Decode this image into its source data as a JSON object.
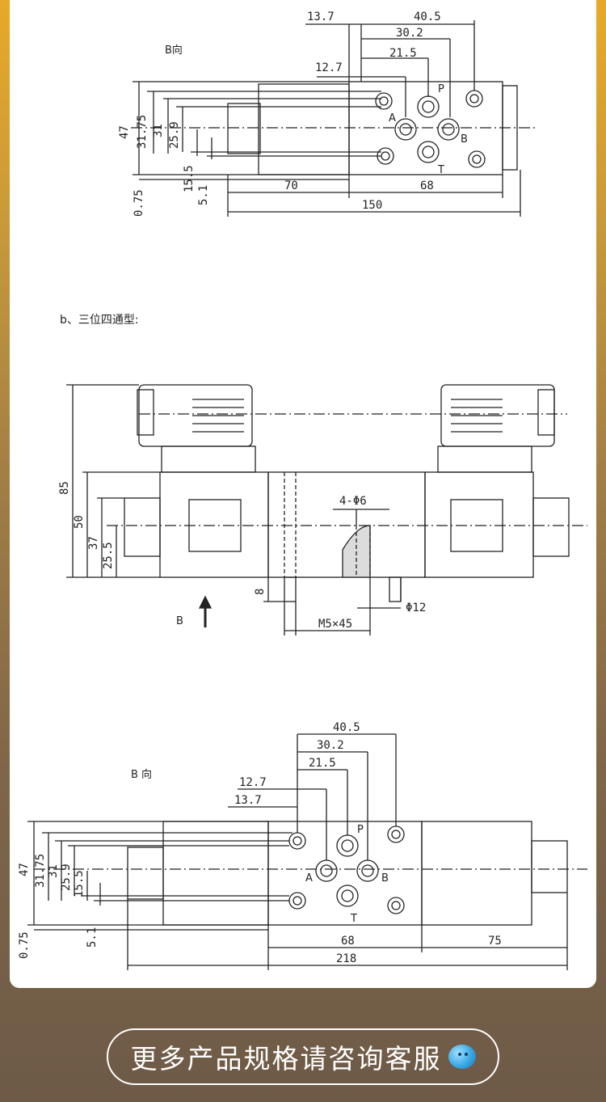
{
  "top_view": {
    "title": "B向",
    "dims_top": [
      "13.7",
      "40.5",
      "30.2",
      "21.5",
      "12.7"
    ],
    "dims_left": [
      "47",
      "31.75",
      "31",
      "25.9",
      "15.5",
      "5.1",
      "0.75"
    ],
    "dims_bottom": [
      "70",
      "68",
      "150"
    ],
    "ports": [
      "P",
      "A",
      "B",
      "T"
    ]
  },
  "section_b": {
    "heading": "b、三位四通型:",
    "dims_left": [
      "85",
      "50",
      "37",
      "25.5",
      "8"
    ],
    "callouts": [
      "4-Φ6",
      "Φ12",
      "M5×45"
    ],
    "direction_label": "B"
  },
  "bottom_view": {
    "title": "B 向",
    "dims_top": [
      "40.5",
      "30.2",
      "21.5",
      "12.7",
      "13.7"
    ],
    "dims_left": [
      "47",
      "31.75",
      "31",
      "25.9",
      "15.5",
      "5.1",
      "0.75"
    ],
    "dims_bottom": [
      "68",
      "75",
      "218"
    ],
    "ports": [
      "P",
      "A",
      "B",
      "T"
    ]
  },
  "footer": {
    "button_label": "更多产品规格请咨询客服",
    "icon": "chat-bubble-icon"
  }
}
